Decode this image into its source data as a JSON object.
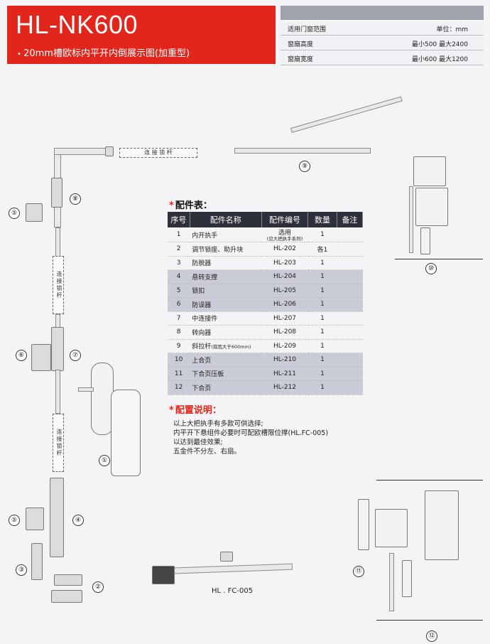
{
  "header": {
    "title": "HL-NK600",
    "subtitle": "20mm槽欧标内平开内倒展示图(加重型)"
  },
  "spec": {
    "rows": [
      {
        "label": "适用门窗范围",
        "value": "单位：mm"
      },
      {
        "label": "窗扇高度",
        "value": "最小500  最大2400"
      },
      {
        "label": "窗扇宽度",
        "value": "最小600  最大1200"
      }
    ]
  },
  "labels": {
    "rod_top": "连 接 锁 杆",
    "rod_mid1": "连接锁杆",
    "rod_mid2": "连接锁杆",
    "hl_fc": "HL . FC-005"
  },
  "markers": [
    "①",
    "②",
    "③",
    "④",
    "⑤",
    "⑥",
    "⑦",
    "⑧",
    "⑨",
    "⑩",
    "⑪",
    "⑫"
  ],
  "table": {
    "title": "配件表：",
    "headers": [
      "序号",
      "配件名称",
      "配件编号",
      "数量",
      "备注"
    ],
    "rows": [
      {
        "no": "1",
        "name": "内开执手",
        "code": "选用",
        "code_sub": "(见大把执手系列)",
        "qty": "1",
        "shade": false
      },
      {
        "no": "2",
        "name": "调节锁座、助升块",
        "code": "HL-202",
        "qty": "各1",
        "shade": false
      },
      {
        "no": "3",
        "name": "防脱器",
        "code": "HL-203",
        "qty": "1",
        "shade": false
      },
      {
        "no": "4",
        "name": "悬转支撑",
        "code": "HL-204",
        "qty": "1",
        "shade": true
      },
      {
        "no": "5",
        "name": "锁扣",
        "code": "HL-205",
        "qty": "1",
        "shade": true
      },
      {
        "no": "6",
        "name": "防误器",
        "code": "HL-206",
        "qty": "1",
        "shade": true
      },
      {
        "no": "7",
        "name": "中连接件",
        "code": "HL-207",
        "qty": "1",
        "shade": false
      },
      {
        "no": "8",
        "name": "转向器",
        "code": "HL-208",
        "qty": "1",
        "shade": false
      },
      {
        "no": "9",
        "name": "斜拉杆",
        "name_sub": "(扇宽大于600mm)",
        "code": "HL-209",
        "qty": "1",
        "shade": false
      },
      {
        "no": "10",
        "name": "上合页",
        "code": "HL-210",
        "qty": "1",
        "shade": true
      },
      {
        "no": "11",
        "name": "下合页压板",
        "code": "HL-211",
        "qty": "1",
        "shade": true
      },
      {
        "no": "12",
        "name": "下合页",
        "code": "HL-212",
        "qty": "1",
        "shade": true
      }
    ]
  },
  "notes": {
    "title": "配置说明：",
    "lines": [
      "以上大把执手有多款可供选择;",
      "内平开下悬组件必要时可配欧槽限位撑(HL.FC-005)",
      "以达到最佳效果;",
      "五金件不分左、右扇。"
    ]
  }
}
